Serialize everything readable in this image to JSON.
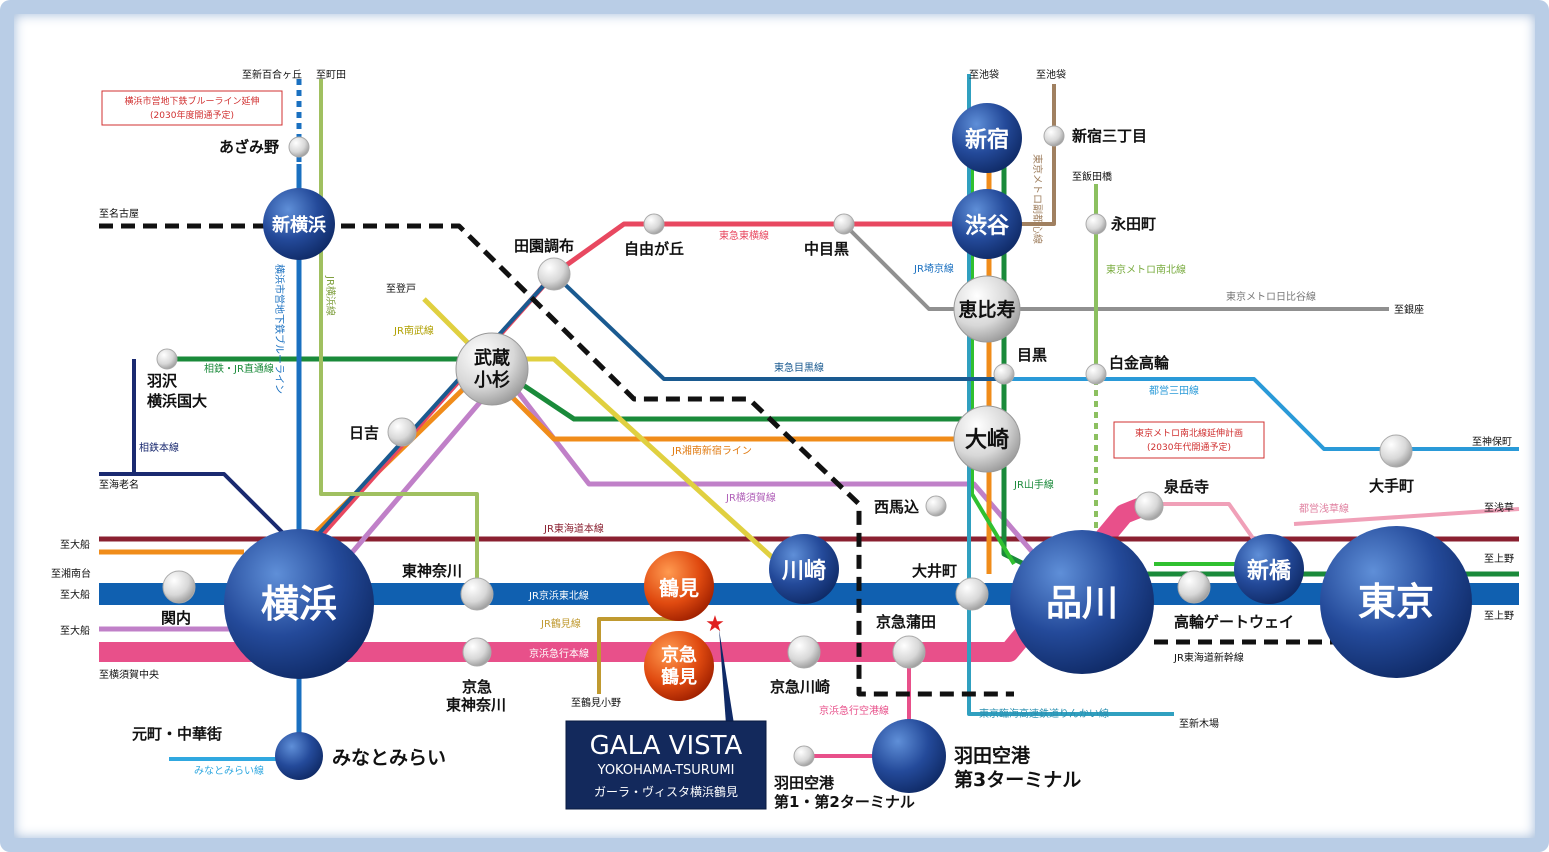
{
  "colors": {
    "frame": "#b9cde6",
    "keihin_tohoku": "#1060b0",
    "keikyu": "#e8508a",
    "tokaido": "#8a2030",
    "yokosuka": "#c080c8",
    "nanbu": "#e0d040",
    "tokyu_toyoko": "#e84860",
    "tokyu_meguro": "#1a5a90",
    "sotetsu": "#1a2a70",
    "green": "#1a8a3a",
    "shonan": "#f08c1a",
    "blue_line": "#1a70c0",
    "yokohama_line": "#a0c060",
    "hibiya": "#909090",
    "mita": "#2a9ad8",
    "namboku": "#8cc060",
    "shinkansen": "#111111",
    "rinkai": "#30a0c0",
    "asakusa": "#f0a0b8",
    "yamanote": "#30c030",
    "fukutoshin": "#a08060"
  },
  "majors": {
    "yokohama": "横浜",
    "shinagawa": "品川",
    "tokyo": "東京",
    "shinjuku": "新宿",
    "shibuya": "渋谷",
    "ebisu": "恵比寿",
    "osaki": "大崎",
    "shinyokohama": "新横浜",
    "musashikosugi": "武蔵小杉",
    "kawasaki": "川崎",
    "shimbashi": "新橋",
    "minatomirai": "みなとみらい",
    "haneda3": "羽田空港",
    "tsurumi": "鶴見",
    "keikyu_tsurumi_1": "京急",
    "keikyu_tsurumi_2": "鶴見"
  },
  "majors_extra": {
    "musashikosugi_1": "武蔵",
    "musashikosugi_2": "小杉",
    "haneda3_2": "第3ターミナル"
  },
  "stations": {
    "azamino": "あざみ野",
    "denenchofu": "田園調布",
    "jiyugaoka": "自由が丘",
    "nakameguro": "中目黒",
    "shinjuku3": "新宿三丁目",
    "nagatacho": "永田町",
    "hiyoshi": "日吉",
    "hazawa1": "羽沢",
    "hazawa2": "横浜国大",
    "meguro": "目黒",
    "shirokane": "白金高輪",
    "otemachi": "大手町",
    "sengakuji": "泉岳寺",
    "nishimagome": "西馬込",
    "oimachi": "大井町",
    "higashikanagawa": "東神奈川",
    "kannai": "関内",
    "keikyu_kamata": "京急蒲田",
    "keikyu_kawasaki": "京急川崎",
    "keikyu_hk1": "京急",
    "keikyu_hk2": "東神奈川",
    "takanawa": "高輪ゲートウェイ",
    "motomachi": "元町・中華街",
    "haneda12_1": "羽田空港",
    "haneda12_2": "第1・第2ターミナル"
  },
  "line_labels": {
    "keihin_tohoku": "JR京浜東北線",
    "keikyu": "京浜急行本線",
    "tokaido": "JR東海道本線",
    "yokosuka": "JR横須賀線",
    "nanbu": "JR南武線",
    "toyoko": "東急東横線",
    "meguro_line": "東急目黒線",
    "sotetsu_jr": "相鉄・JR直通線",
    "sotetsu": "相鉄本線",
    "shonan": "JR湘南新宿ライン",
    "saikyo": "JR埼京線",
    "yamanote": "JR山手線",
    "tsurumi_line": "JR鶴見線",
    "hibiya": "東京メトロ日比谷線",
    "namboku": "東京メトロ南北線",
    "mita": "都営三田線",
    "asakusa": "都営浅草線",
    "shinkansen": "JR東海道新幹線",
    "rinkai": "東京臨海高速鉄道りんかい線",
    "airport": "京浜急行空港線",
    "minatomirai_line": "みなとみらい線",
    "blue_line": "横浜市営地下鉄ブルーライン",
    "yokohama_line": "JR横浜線",
    "fukutoshin": "東京メトロ副都心線"
  },
  "directions": {
    "shinyurigaoka": "至新百合ヶ丘",
    "machida": "至町田",
    "nagoya": "至名古屋",
    "noborito": "至登戸",
    "ebina": "至海老名",
    "ofuna1": "至大船",
    "shonandai": "至湘南台",
    "ofuna2": "至大船",
    "ofuna3": "至大船",
    "yokosukachuo": "至横須賀中央",
    "tsurumiono": "至鶴見小野",
    "ikebukuro1": "至池袋",
    "ikebukuro2": "至池袋",
    "iidabashi": "至飯田橋",
    "ginza": "至銀座",
    "jimbocho": "至神保町",
    "asakusa": "至浅草",
    "ueno1": "至上野",
    "ueno2": "至上野",
    "shinkiba": "至新木場"
  },
  "notes": {
    "blue_ext_1": "横浜市営地下鉄ブルーライン延伸",
    "blue_ext_2": "(2030年度開通予定)",
    "namboku_ext_1": "東京メトロ南北線延伸計画",
    "namboku_ext_2": "(2030年代開通予定)"
  },
  "property": {
    "name": "GALA VISTA",
    "sub": "YOKOHAMA-TSURUMI",
    "jp": "ガーラ・ヴィスタ横浜鶴見",
    "marker": "★"
  }
}
